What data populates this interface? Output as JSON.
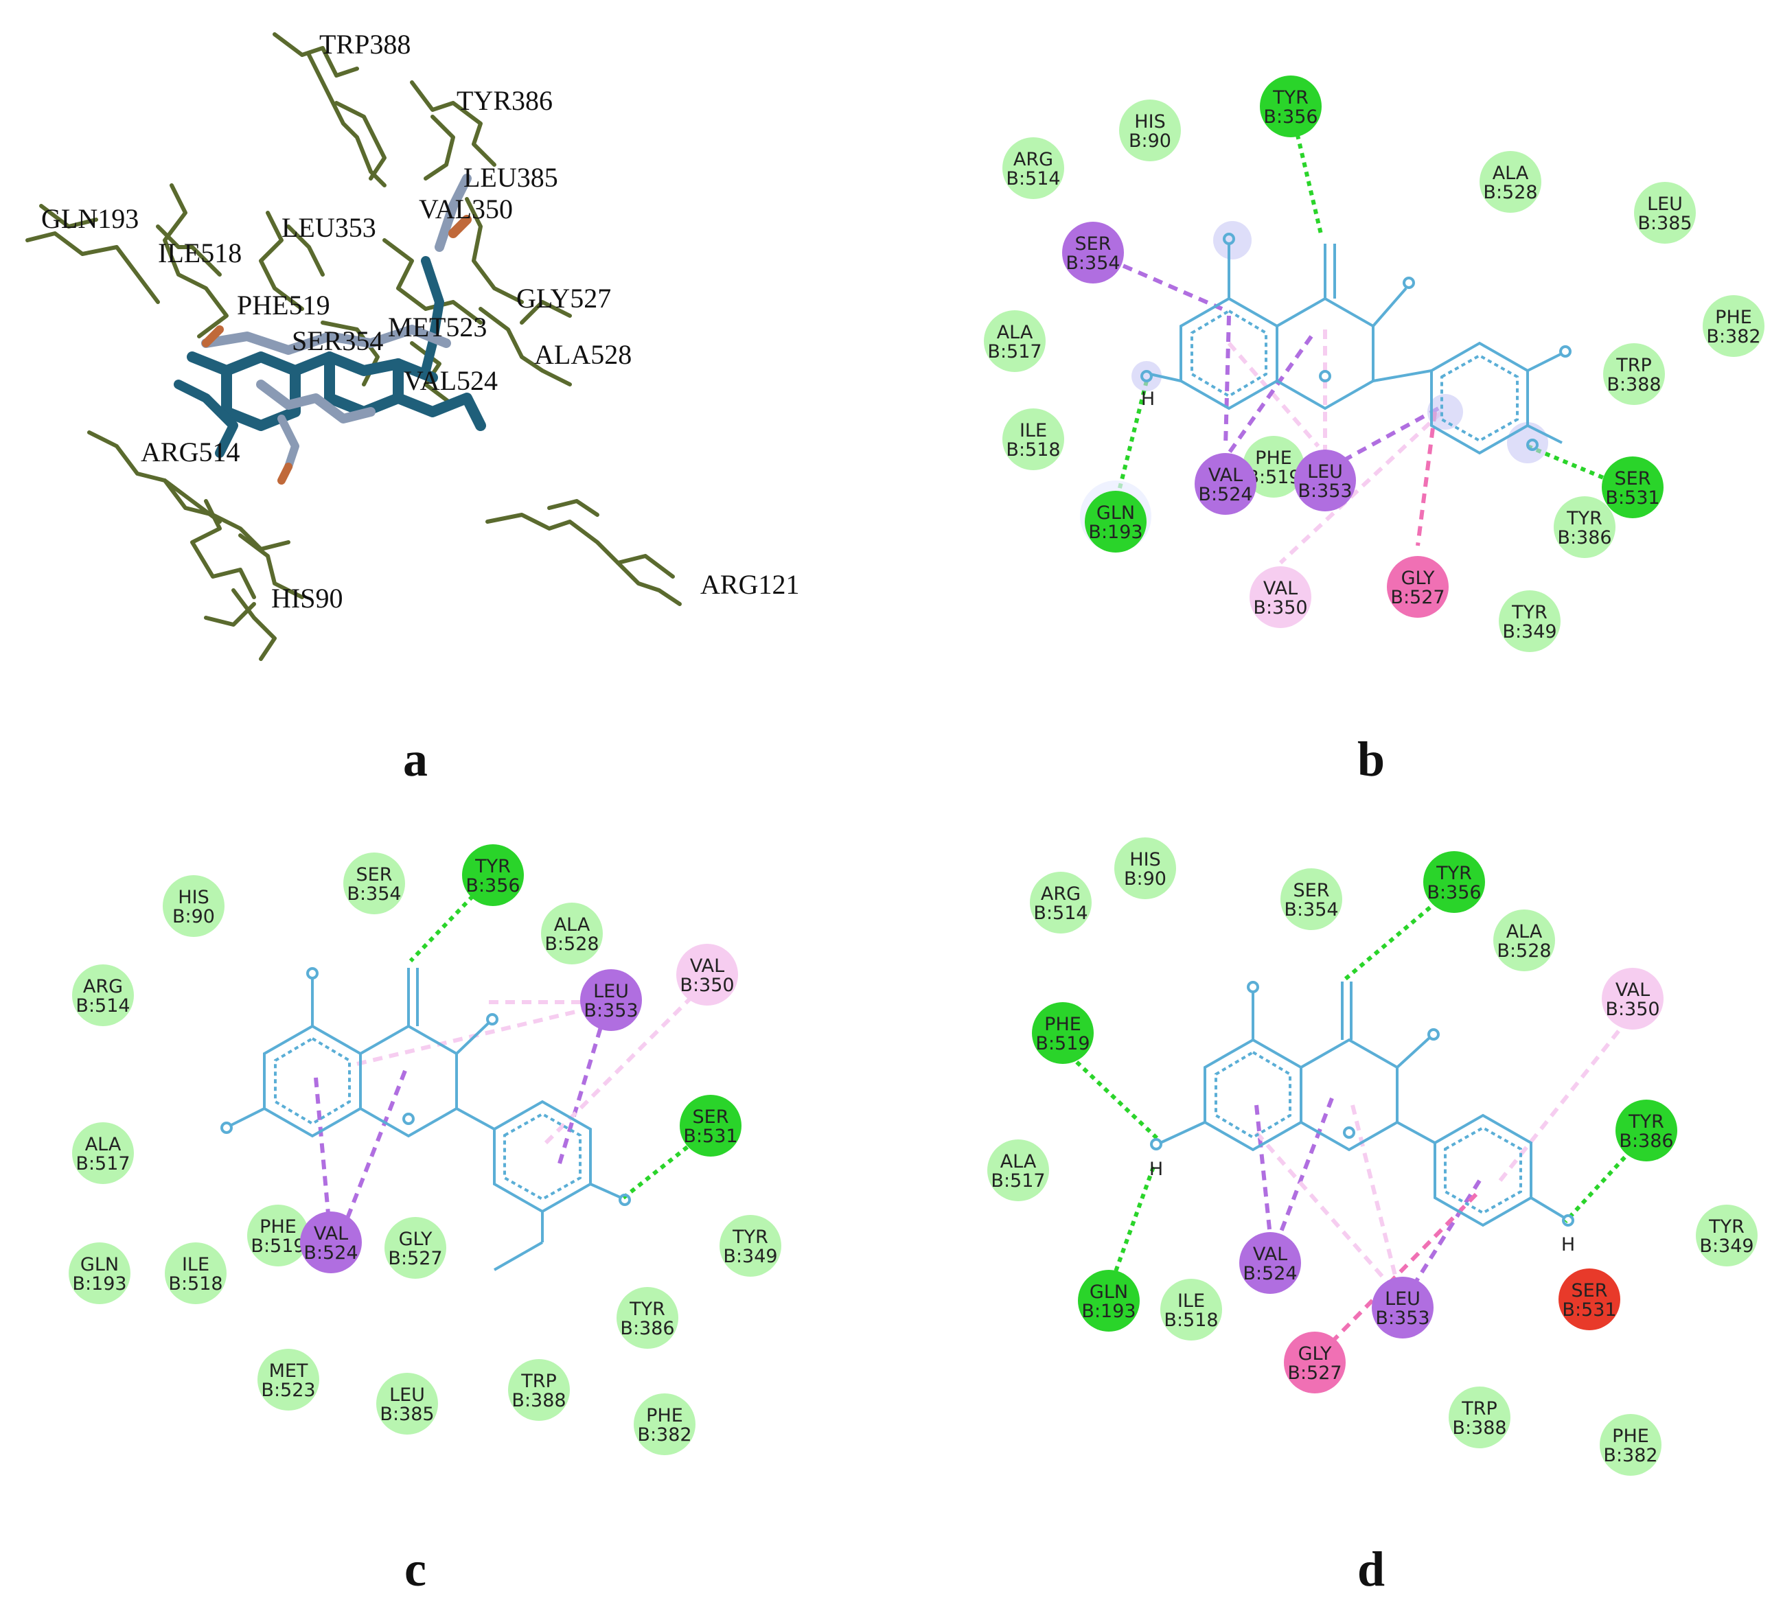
{
  "colors": {
    "vdw": "#b8f5b0",
    "hbond": "#2ad42a",
    "alkyl": "#b06ee0",
    "pi_alkyl": "#f6cdf0",
    "amide_pi": "#f070b4",
    "unfavorable": "#e83a2a",
    "ligand": "#5aaed6",
    "protein3d": "#5a6a2e",
    "ligand3d_a": "#1f5f7a",
    "ligand3d_b": "#8a9ab4",
    "ligand3d_c": "#c0693a"
  },
  "panels": [
    {
      "id": "a",
      "label": "a",
      "residue_labels": [
        "TRP388",
        "TYR386",
        "LEU385",
        "VAL350",
        "GLN193",
        "ILE518",
        "LEU353",
        "PHE519",
        "GLY527",
        "SER354",
        "MET523",
        "ALA528",
        "VAL524",
        "ARG514",
        "HIS90",
        "ARG121"
      ]
    },
    {
      "id": "b",
      "label": "b",
      "hydrogen_labels": [
        "H"
      ],
      "residues": [
        {
          "name": "TYR",
          "num": "B:356",
          "type": "hbond"
        },
        {
          "name": "HIS",
          "num": "B:90",
          "type": "vdw"
        },
        {
          "name": "ARG",
          "num": "B:514",
          "type": "vdw"
        },
        {
          "name": "ALA",
          "num": "B:528",
          "type": "vdw"
        },
        {
          "name": "LEU",
          "num": "B:385",
          "type": "vdw"
        },
        {
          "name": "SER",
          "num": "B:354",
          "type": "alkyl"
        },
        {
          "name": "PHE",
          "num": "B:382",
          "type": "vdw"
        },
        {
          "name": "ALA",
          "num": "B:517",
          "type": "vdw"
        },
        {
          "name": "TRP",
          "num": "B:388",
          "type": "vdw"
        },
        {
          "name": "ILE",
          "num": "B:518",
          "type": "vdw"
        },
        {
          "name": "PHE",
          "num": "B:519",
          "type": "vdw"
        },
        {
          "name": "VAL",
          "num": "B:524",
          "type": "alkyl"
        },
        {
          "name": "LEU",
          "num": "B:353",
          "type": "alkyl"
        },
        {
          "name": "SER",
          "num": "B:531",
          "type": "hbond"
        },
        {
          "name": "GLN",
          "num": "B:193",
          "type": "hbond"
        },
        {
          "name": "TYR",
          "num": "B:386",
          "type": "vdw"
        },
        {
          "name": "VAL",
          "num": "B:350",
          "type": "pi_alkyl"
        },
        {
          "name": "GLY",
          "num": "B:527",
          "type": "amide_pi"
        },
        {
          "name": "TYR",
          "num": "B:349",
          "type": "vdw"
        }
      ]
    },
    {
      "id": "c",
      "label": "c",
      "residues": [
        {
          "name": "TYR",
          "num": "B:356",
          "type": "hbond"
        },
        {
          "name": "HIS",
          "num": "B:90",
          "type": "vdw"
        },
        {
          "name": "SER",
          "num": "B:354",
          "type": "vdw"
        },
        {
          "name": "ALA",
          "num": "B:528",
          "type": "vdw"
        },
        {
          "name": "VAL",
          "num": "B:350",
          "type": "pi_alkyl"
        },
        {
          "name": "ARG",
          "num": "B:514",
          "type": "vdw"
        },
        {
          "name": "LEU",
          "num": "B:353",
          "type": "alkyl"
        },
        {
          "name": "SER",
          "num": "B:531",
          "type": "hbond"
        },
        {
          "name": "ALA",
          "num": "B:517",
          "type": "vdw"
        },
        {
          "name": "PHE",
          "num": "B:519",
          "type": "vdw"
        },
        {
          "name": "VAL",
          "num": "B:524",
          "type": "alkyl"
        },
        {
          "name": "GLY",
          "num": "B:527",
          "type": "vdw"
        },
        {
          "name": "TYR",
          "num": "B:349",
          "type": "vdw"
        },
        {
          "name": "GLN",
          "num": "B:193",
          "type": "vdw"
        },
        {
          "name": "ILE",
          "num": "B:518",
          "type": "vdw"
        },
        {
          "name": "TYR",
          "num": "B:386",
          "type": "vdw"
        },
        {
          "name": "MET",
          "num": "B:523",
          "type": "vdw"
        },
        {
          "name": "LEU",
          "num": "B:385",
          "type": "vdw"
        },
        {
          "name": "TRP",
          "num": "B:388",
          "type": "vdw"
        },
        {
          "name": "PHE",
          "num": "B:382",
          "type": "vdw"
        }
      ]
    },
    {
      "id": "d",
      "label": "d",
      "hydrogen_labels": [
        "H",
        "H"
      ],
      "residues": [
        {
          "name": "HIS",
          "num": "B:90",
          "type": "vdw"
        },
        {
          "name": "TYR",
          "num": "B:356",
          "type": "hbond"
        },
        {
          "name": "ARG",
          "num": "B:514",
          "type": "vdw"
        },
        {
          "name": "SER",
          "num": "B:354",
          "type": "vdw"
        },
        {
          "name": "ALA",
          "num": "B:528",
          "type": "vdw"
        },
        {
          "name": "VAL",
          "num": "B:350",
          "type": "pi_alkyl"
        },
        {
          "name": "PHE",
          "num": "B:519",
          "type": "hbond"
        },
        {
          "name": "TYR",
          "num": "B:386",
          "type": "hbond"
        },
        {
          "name": "ALA",
          "num": "B:517",
          "type": "vdw"
        },
        {
          "name": "TYR",
          "num": "B:349",
          "type": "vdw"
        },
        {
          "name": "VAL",
          "num": "B:524",
          "type": "alkyl"
        },
        {
          "name": "GLN",
          "num": "B:193",
          "type": "hbond"
        },
        {
          "name": "ILE",
          "num": "B:518",
          "type": "vdw"
        },
        {
          "name": "LEU",
          "num": "B:353",
          "type": "alkyl"
        },
        {
          "name": "SER",
          "num": "B:531",
          "type": "unfavorable"
        },
        {
          "name": "GLY",
          "num": "B:527",
          "type": "amide_pi"
        },
        {
          "name": "TRP",
          "num": "B:388",
          "type": "vdw"
        },
        {
          "name": "PHE",
          "num": "B:382",
          "type": "vdw"
        }
      ]
    }
  ]
}
